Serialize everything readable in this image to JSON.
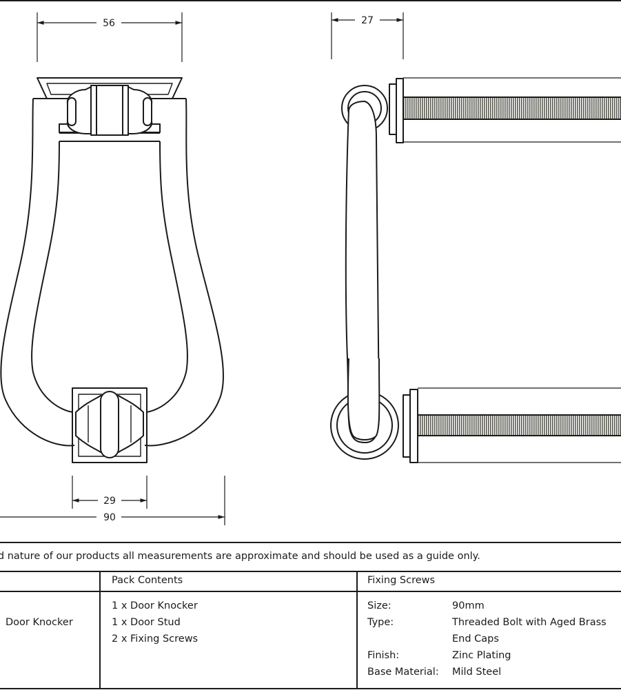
{
  "dimensions": {
    "top_width": "56",
    "side_depth": "27",
    "base_width": "29",
    "overall_height": "90"
  },
  "note": "ed nature of our products all measurements are approximate and should be used as a guide only.",
  "table": {
    "product_name": "Door Knocker",
    "pack_contents": {
      "header": "Pack Contents",
      "items": [
        "1 x Door Knocker",
        "1 x Door Stud",
        "2 x Fixing Screws"
      ]
    },
    "fixing_screws": {
      "header": "Fixing Screws",
      "size_label": "Size:",
      "size_value": "90mm",
      "type_label": "Type:",
      "type_value_1": "Threaded Bolt with Aged Brass",
      "type_value_2": "End Caps",
      "finish_label": "Finish:",
      "finish_value": "Zinc Plating",
      "base_label": "Base Material:",
      "base_value": "Mild Steel"
    }
  },
  "colors": {
    "line": "#1a1a1a",
    "thread": "#5a5a52",
    "background": "#ffffff"
  }
}
